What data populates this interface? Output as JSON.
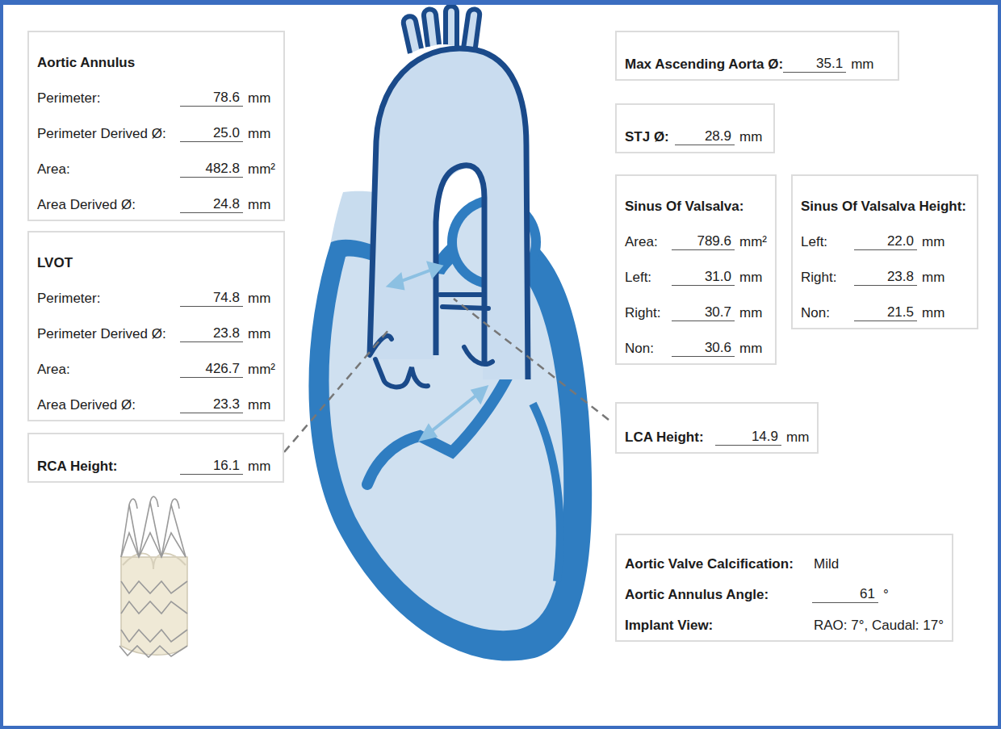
{
  "diagram": {
    "nodes": [
      {
        "text": [
          "Aortic Annulus",
          "Perimeter:",
          "78.6",
          "mm",
          "Perimeter Derived Ø:",
          "25.0",
          "mm",
          "Area:",
          "482.8",
          "mm²",
          "Area Derived Ø:",
          "24.8",
          "mm"
        ]
      },
      {
        "text": [
          "LVOT",
          "Perimeter:",
          "74.8",
          "mm",
          "Perimeter Derived Ø:",
          "23.8",
          "mm",
          "Area:",
          "426.7",
          "mm²",
          "Area Derived Ø:",
          "23.3",
          "mm"
        ]
      },
      {
        "text": [
          "RCA Height:",
          "16.1",
          "mm"
        ]
      },
      {
        "text": [
          "Max Ascending Aorta Ø:",
          "35.1",
          "mm"
        ]
      },
      {
        "text": [
          "STJ Ø:",
          "28.9",
          "mm"
        ]
      },
      {
        "text": [
          "Sinus Of Valsalva:",
          "Area:",
          "789.6",
          "mm²",
          "Left:",
          "31.0",
          "mm",
          "Right:",
          "30.7",
          "mm",
          "Non:",
          "30.6",
          "mm"
        ]
      },
      {
        "text": [
          "Sinus Of Valsalva Height:",
          "Left:",
          "22.0",
          "mm",
          "Right:",
          "23.8",
          "mm",
          "Non:",
          "21.5",
          "mm"
        ]
      },
      {
        "text": [
          "LCA Height:",
          "14.9",
          "mm"
        ]
      },
      {
        "text": [
          "Aortic Valve Calcification:",
          "Mild",
          "Aortic Annulus Angle:",
          "61",
          "°",
          "Implant View:",
          "RAO: 7°, Caudal: 17°"
        ]
      }
    ]
  }
}
